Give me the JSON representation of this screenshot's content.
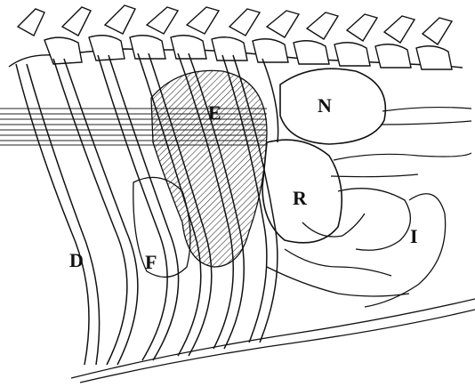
{
  "figure": {
    "labels": {
      "d": "D",
      "f": "F",
      "e": "E",
      "n": "N",
      "r": "R",
      "i": "I"
    }
  },
  "colors": {
    "ink": "#111111",
    "paper": "#ffffff"
  }
}
